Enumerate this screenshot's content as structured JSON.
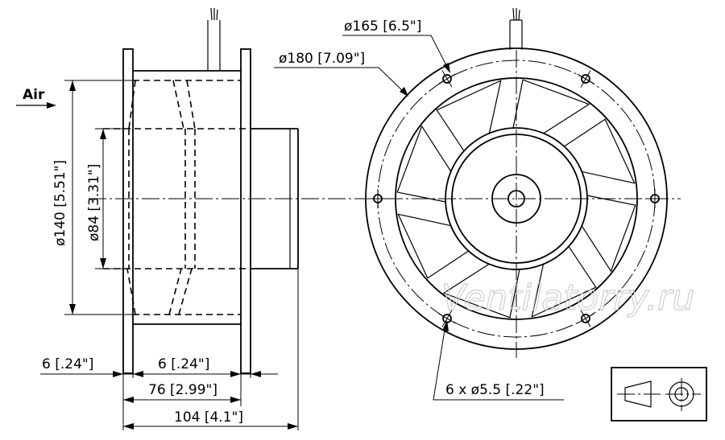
{
  "labels": {
    "air": "Air",
    "d165": "ø165 [6.5\"]",
    "d180": "ø180 [7.09\"]",
    "d140": "ø140 [5.51\"]",
    "d84": "ø84 [3.31\"]",
    "w6_left": "6 [.24\"]",
    "w6_mid": "6 [.24\"]",
    "w76": "76 [2.99\"]",
    "w104": "104 [4.1\"]",
    "holes": "6 x ø5.5 [.22\"]"
  },
  "watermark": "Ventilatorry.ru"
}
